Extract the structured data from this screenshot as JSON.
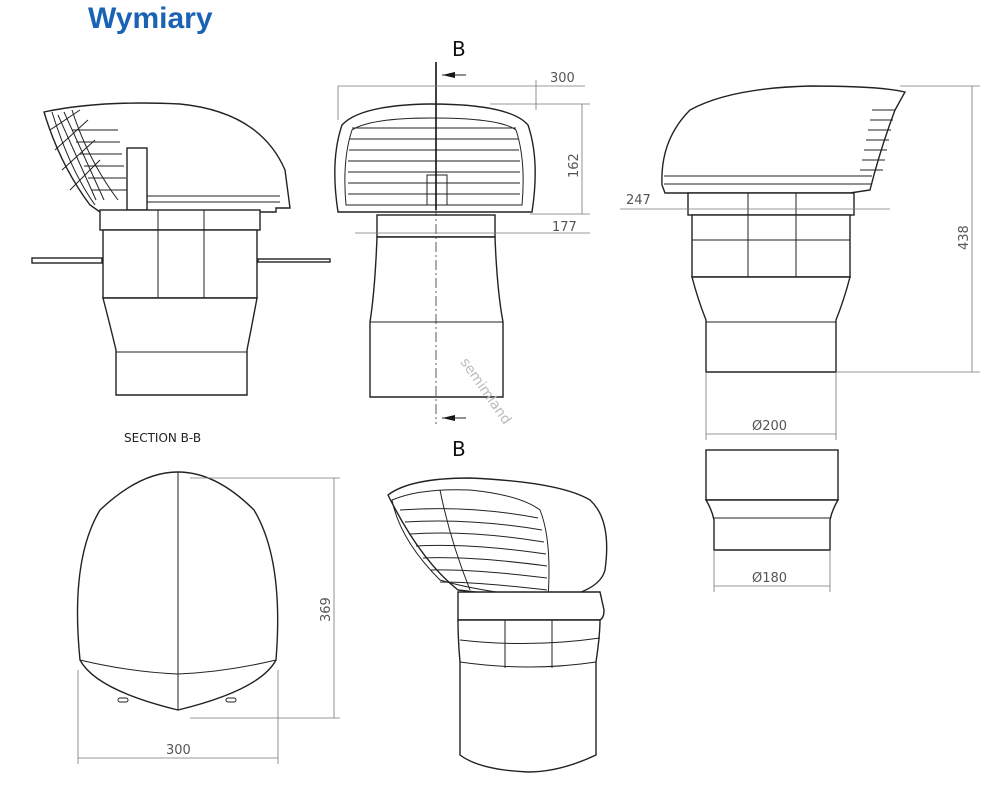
{
  "title": "Wymiary",
  "section_label": "SECTION B-B",
  "section_marker": "B",
  "watermark": "semimland",
  "dimensions": {
    "front_width": "300",
    "front_height": "162",
    "front_collar": "177",
    "side_collar": "247",
    "total_height": "438",
    "diameter_200": "Ø200",
    "diameter_180": "Ø180",
    "top_length": "369",
    "top_width": "300"
  },
  "colors": {
    "title": "#1a62b3"
  }
}
